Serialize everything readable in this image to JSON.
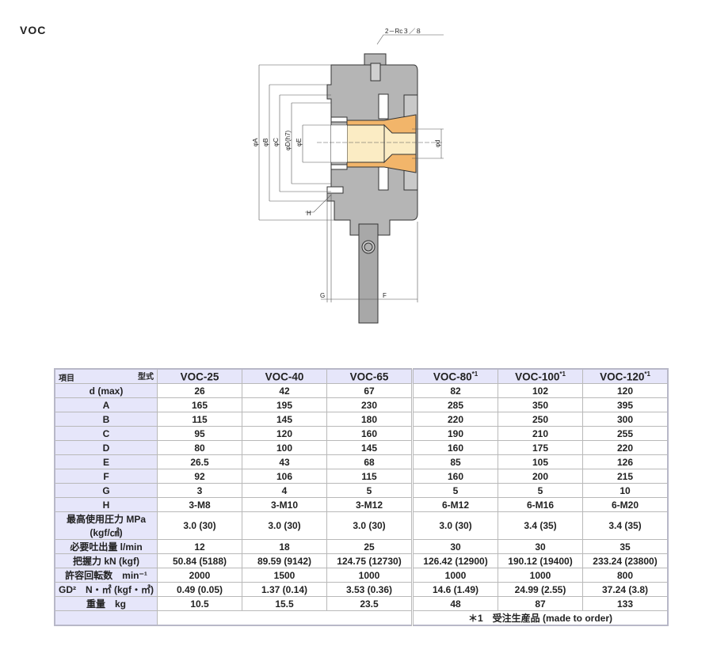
{
  "title": "VOC",
  "drawing": {
    "port_label": "2－Rc３／８",
    "dims": [
      "φA",
      "φB",
      "φC",
      "φD(h7)",
      "φE",
      "φd",
      "H",
      "G",
      "F"
    ]
  },
  "table": {
    "corner_model": "型式",
    "corner_item": "項目",
    "models": [
      "VOC-25",
      "VOC-40",
      "VOC-65",
      "VOC-80",
      "VOC-100",
      "VOC-120"
    ],
    "model_marks": [
      "",
      "",
      "",
      "*1",
      "*1",
      "*1"
    ],
    "rows": [
      {
        "label": "d (max)",
        "values": [
          "26",
          "42",
          "67",
          "82",
          "102",
          "120"
        ]
      },
      {
        "label": "A",
        "values": [
          "165",
          "195",
          "230",
          "285",
          "350",
          "395"
        ]
      },
      {
        "label": "B",
        "values": [
          "115",
          "145",
          "180",
          "220",
          "250",
          "300"
        ]
      },
      {
        "label": "C",
        "values": [
          "95",
          "120",
          "160",
          "190",
          "210",
          "255"
        ]
      },
      {
        "label": "D",
        "values": [
          "80",
          "100",
          "145",
          "160",
          "175",
          "220"
        ]
      },
      {
        "label": "E",
        "values": [
          "26.5",
          "43",
          "68",
          "85",
          "105",
          "126"
        ]
      },
      {
        "label": "F",
        "values": [
          "92",
          "106",
          "115",
          "160",
          "200",
          "215"
        ]
      },
      {
        "label": "G",
        "values": [
          "3",
          "4",
          "5",
          "5",
          "5",
          "10"
        ]
      },
      {
        "label": "H",
        "values": [
          "3-M8",
          "3-M10",
          "3-M12",
          "6-M12",
          "6-M16",
          "6-M20"
        ]
      },
      {
        "label": "最高使用圧力 MPa (kgf/㎠)",
        "values": [
          "3.0 (30)",
          "3.0 (30)",
          "3.0 (30)",
          "3.0 (30)",
          "3.4 (35)",
          "3.4  (35)"
        ]
      },
      {
        "label": "必要吐出量 l/min",
        "values": [
          "12",
          "18",
          "25",
          "30",
          "30",
          "35"
        ]
      },
      {
        "label": "把握力 kN (kgf)",
        "values": [
          "50.84 (5188)",
          "89.59 (9142)",
          "124.75 (12730)",
          "126.42 (12900)",
          "190.12 (19400)",
          "233.24 (23800)"
        ]
      },
      {
        "label": "許容回転数　min⁻¹",
        "values": [
          "2000",
          "1500",
          "1000",
          "1000",
          "1000",
          "800"
        ]
      },
      {
        "label": "GD²　N・㎡ (kgf・㎡)",
        "values": [
          "0.49 (0.05)",
          "1.37 (0.14)",
          "3.53 (0.36)",
          "14.6 (1.49)",
          "24.99 (2.55)",
          "37.24  (3.8)"
        ]
      },
      {
        "label": "重量　kg",
        "values": [
          "10.5",
          "15.5",
          "23.5",
          "48",
          "87",
          "133"
        ]
      }
    ],
    "footnote": "＊1　受注生産品 (made to order)"
  }
}
